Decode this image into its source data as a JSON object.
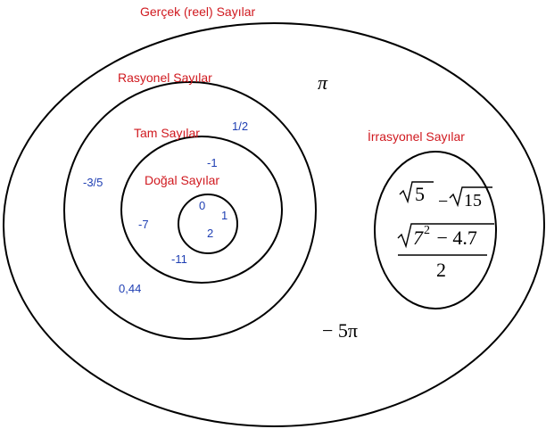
{
  "colors": {
    "label": "#d0191f",
    "number": "#1f3fb3",
    "stroke": "#000000",
    "math": "#000000"
  },
  "sets": {
    "real": "Gerçek (reel) Sayılar",
    "rational": "Rasyonel Sayılar",
    "integer": "Tam Sayılar",
    "natural": "Doğal Sayılar",
    "irrational": "İrrasyonel Sayılar"
  },
  "natural_numbers": [
    "0",
    "1",
    "2"
  ],
  "integer_numbers": [
    "-1",
    "-7",
    "-11"
  ],
  "rational_numbers": [
    "1/2",
    "-3/5",
    "0,44"
  ],
  "real_numbers": {
    "pi": "π",
    "neg_five_pi": "− 5π"
  },
  "irrational_numbers": {
    "sqrt5_radicand": "5",
    "neg_sign": "−",
    "sqrt15_radicand": "15",
    "frac_base": "7",
    "frac_exp": "2",
    "frac_rest": " − 4.7",
    "frac_denominator": "2"
  }
}
